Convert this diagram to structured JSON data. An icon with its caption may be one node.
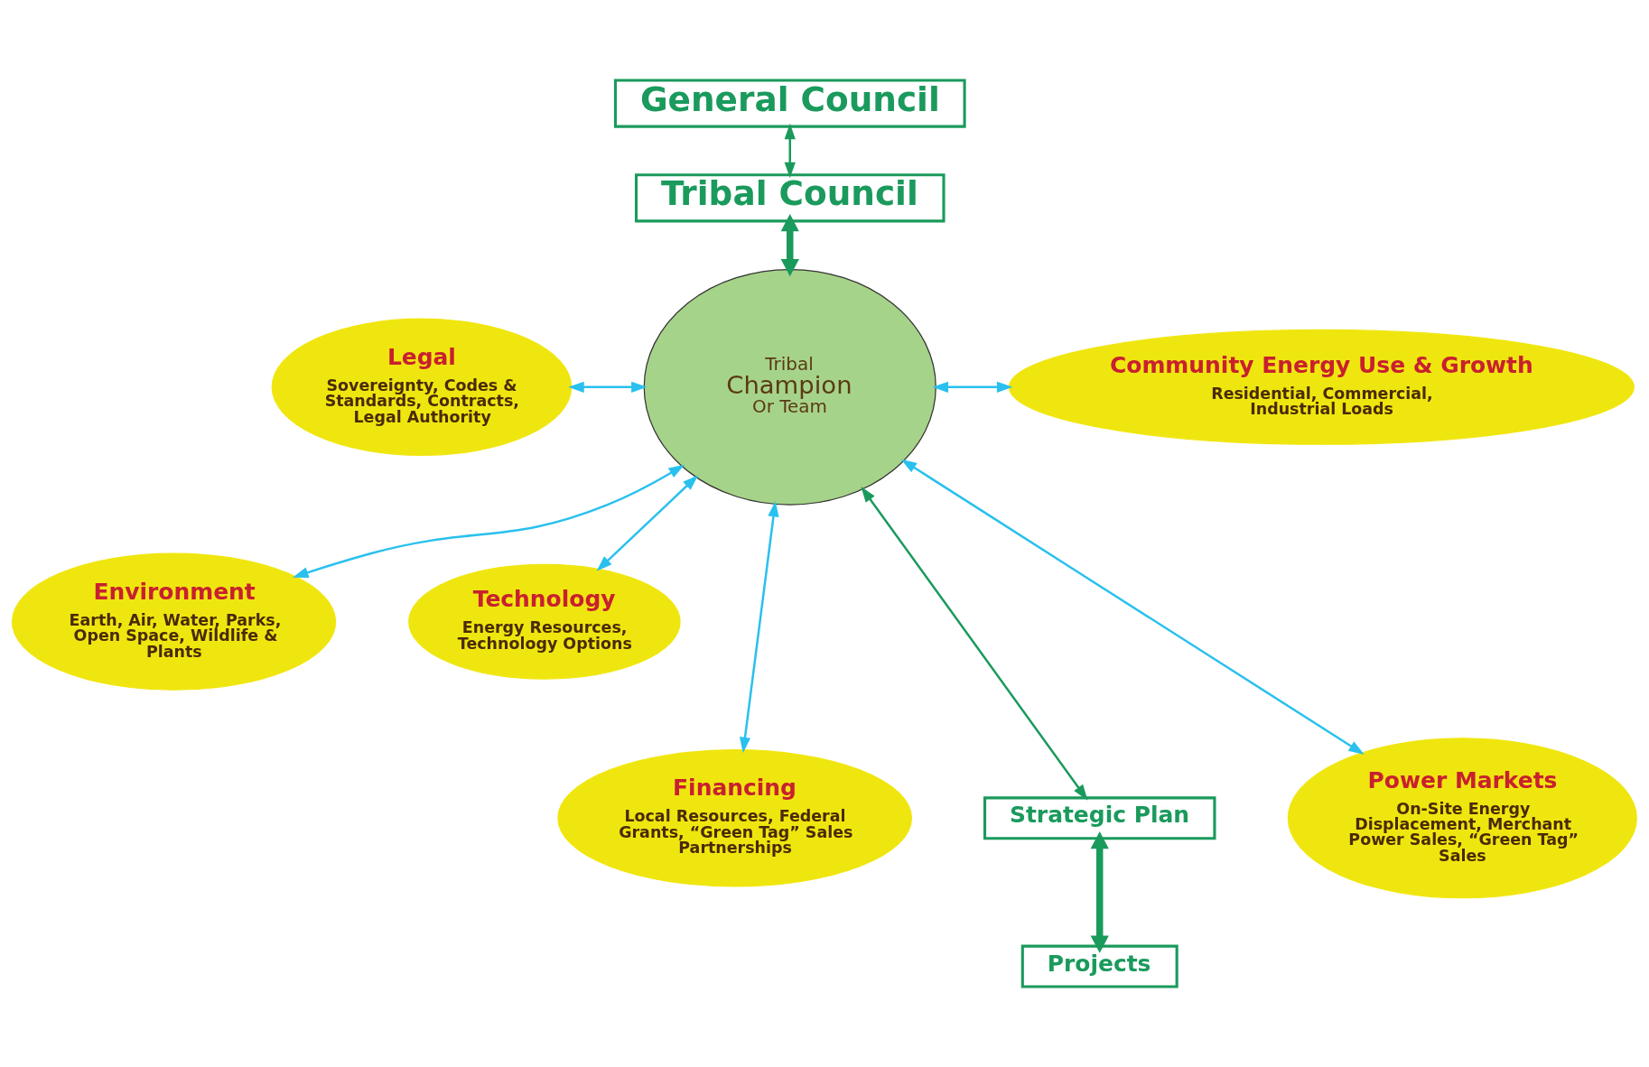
{
  "diagram": {
    "nodes": [
      {
        "text": [
          "General Council"
        ]
      },
      {
        "text": [
          "Tribal Council"
        ]
      },
      {
        "text": [
          "Tribal",
          "Champion",
          "Or Team"
        ]
      },
      {
        "text": [
          "Legal",
          "Sovereignty, Codes & Standards, Contracts, Legal Authority"
        ]
      },
      {
        "text": [
          "Community Energy Use & Growth",
          "Residential, Commercial, Industrial Loads"
        ]
      },
      {
        "text": [
          "Environment",
          "Earth, Air, Water, Parks, Open Space, Wildlife & Plants"
        ]
      },
      {
        "text": [
          "Technology",
          "Energy Resources, Technology Options"
        ]
      },
      {
        "text": [
          "Financing",
          "Local Resources, Federal Grants, “Green Tag” Sales Partnerships"
        ]
      },
      {
        "text": [
          "Strategic Plan"
        ]
      },
      {
        "text": [
          "Power Markets",
          "On-Site Energy Displacement, Merchant Power Sales, “Green Tag” Sales"
        ]
      },
      {
        "text": [
          "Projects"
        ]
      }
    ],
    "edges": [
      {
        "from": 0,
        "to": 1,
        "arrow": "both",
        "color": "#1a9a5c"
      },
      {
        "from": 1,
        "to": 2,
        "arrow": "both",
        "style": "thick",
        "color": "#1a9a5c"
      },
      {
        "from": 2,
        "to": 3,
        "arrow": "both"
      },
      {
        "from": 2,
        "to": 4,
        "arrow": "both"
      },
      {
        "from": 2,
        "to": 5,
        "arrow": "both"
      },
      {
        "from": 2,
        "to": 6,
        "arrow": "both"
      },
      {
        "from": 2,
        "to": 7,
        "arrow": "both"
      },
      {
        "from": 2,
        "to": 8,
        "arrow": "both",
        "color": "#1a9a5c"
      },
      {
        "from": 2,
        "to": 9,
        "arrow": "both"
      },
      {
        "from": 8,
        "to": 10,
        "arrow": "both",
        "style": "thick",
        "color": "#1a9a5c"
      }
    ]
  }
}
